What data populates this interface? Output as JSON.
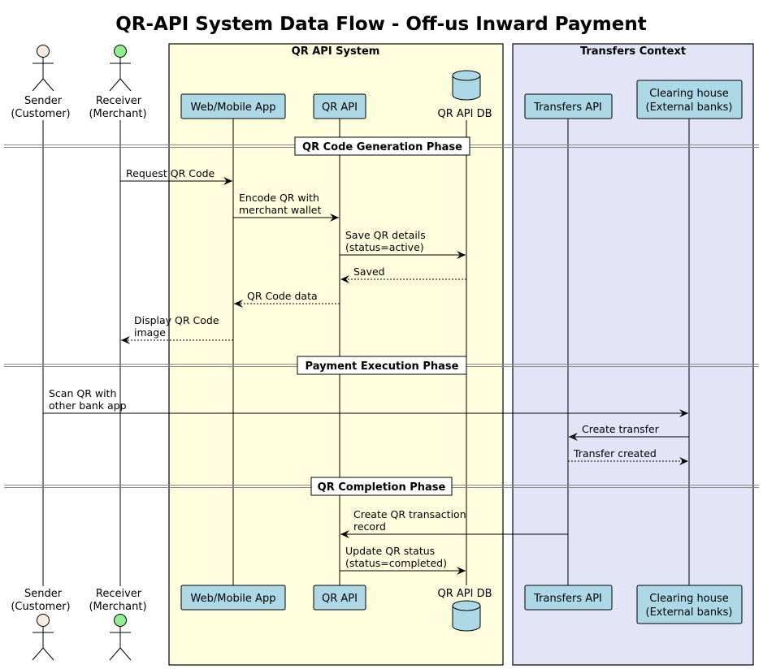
{
  "title": "QR-API System Data Flow - Off-us Inward Payment",
  "colors": {
    "qr_box_bg": "#FEFEDE",
    "transfers_box_bg": "#E3E4F8",
    "participant_fill": "#ADD8E6",
    "sender_head": "#FAEBE0",
    "receiver_head": "#90EE90",
    "divider": "#888888"
  },
  "boxes": [
    {
      "id": "qr_system",
      "label": "QR API System"
    },
    {
      "id": "transfers",
      "label": "Transfers Context"
    }
  ],
  "participants": [
    {
      "id": "sender",
      "type": "actor",
      "lines": [
        "Sender",
        "(Customer)"
      ]
    },
    {
      "id": "receiver",
      "type": "actor",
      "lines": [
        "Receiver",
        "(Merchant)"
      ]
    },
    {
      "id": "webapp",
      "type": "participant",
      "lines": [
        "Web/Mobile App"
      ]
    },
    {
      "id": "qrapi",
      "type": "participant",
      "lines": [
        "QR API"
      ]
    },
    {
      "id": "qrdb",
      "type": "database",
      "lines": [
        "QR API DB"
      ]
    },
    {
      "id": "transfersapi",
      "type": "participant",
      "lines": [
        "Transfers API"
      ]
    },
    {
      "id": "clearing",
      "type": "participant",
      "lines": [
        "Clearing house",
        "(External banks)"
      ]
    }
  ],
  "sequence": [
    {
      "kind": "divider",
      "label": "QR Code Generation Phase"
    },
    {
      "kind": "message",
      "from": "receiver",
      "to": "webapp",
      "style": "solid",
      "lines": [
        "Request QR Code"
      ]
    },
    {
      "kind": "message",
      "from": "webapp",
      "to": "qrapi",
      "style": "solid",
      "lines": [
        "Encode QR with",
        "merchant wallet"
      ]
    },
    {
      "kind": "message",
      "from": "qrapi",
      "to": "qrdb",
      "style": "solid",
      "lines": [
        "Save QR details",
        "(status=active)"
      ]
    },
    {
      "kind": "message",
      "from": "qrdb",
      "to": "qrapi",
      "style": "dashed",
      "lines": [
        "Saved"
      ]
    },
    {
      "kind": "message",
      "from": "qrapi",
      "to": "webapp",
      "style": "dashed",
      "lines": [
        "QR Code data"
      ]
    },
    {
      "kind": "message",
      "from": "webapp",
      "to": "receiver",
      "style": "dashed",
      "lines": [
        "Display QR Code",
        "image"
      ]
    },
    {
      "kind": "divider",
      "label": "Payment Execution Phase"
    },
    {
      "kind": "message",
      "from": "sender",
      "to": "clearing",
      "style": "solid",
      "lines": [
        "Scan QR with",
        "other bank app"
      ]
    },
    {
      "kind": "message",
      "from": "clearing",
      "to": "transfersapi",
      "style": "solid",
      "lines": [
        "Create transfer"
      ]
    },
    {
      "kind": "message",
      "from": "transfersapi",
      "to": "clearing",
      "style": "dashed",
      "lines": [
        "Transfer created"
      ]
    },
    {
      "kind": "divider",
      "label": "QR Completion Phase"
    },
    {
      "kind": "message",
      "from": "transfersapi",
      "to": "qrapi",
      "style": "solid",
      "lines": [
        "Create QR transaction",
        "record"
      ]
    },
    {
      "kind": "message",
      "from": "qrapi",
      "to": "qrdb",
      "style": "solid",
      "lines": [
        "Update QR status",
        "(status=completed)"
      ]
    }
  ]
}
